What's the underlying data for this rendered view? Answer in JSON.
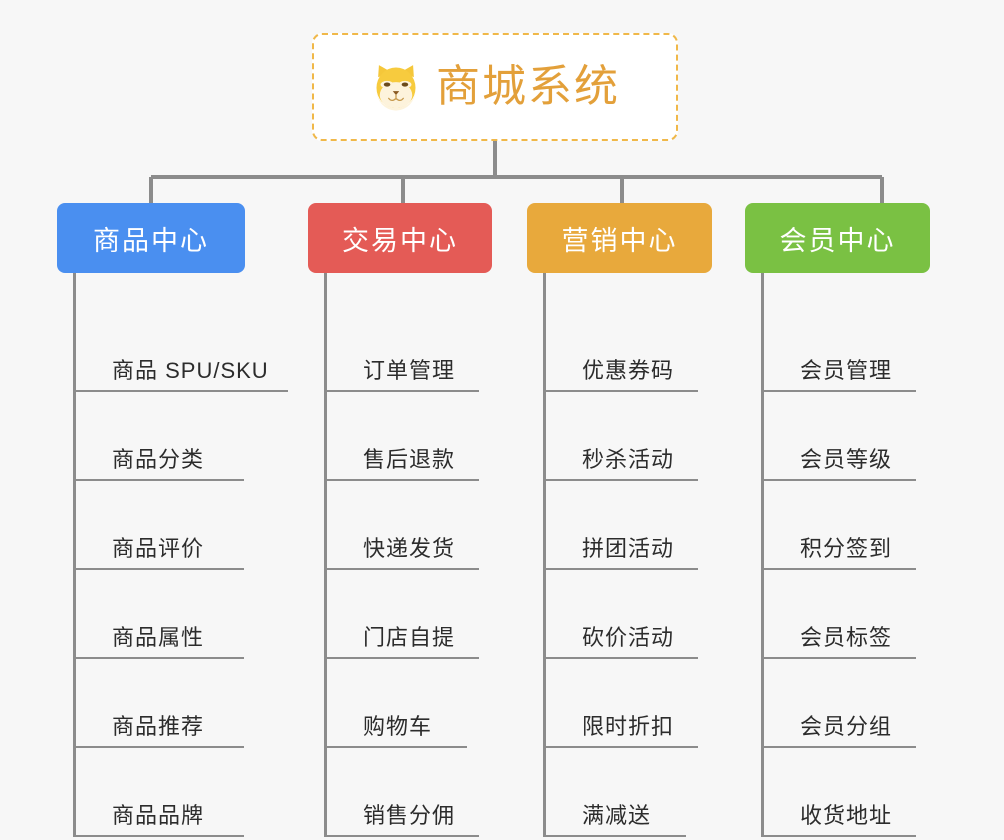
{
  "diagram": {
    "type": "mindmap-org-chart",
    "background_color": "#f7f7f7",
    "line_color": "#8c8c8c"
  },
  "root": {
    "title": "商城系统",
    "icon": "shiba-dog-face-icon",
    "title_color": "#e3a03a",
    "border_color": "#f0b849",
    "background_color": "#ffffff"
  },
  "branches": [
    {
      "label": "商品中心",
      "color": "#4a8ff0",
      "items": [
        "商品 SPU/SKU",
        "商品分类",
        "商品评价",
        "商品属性",
        "商品推荐",
        "商品品牌"
      ]
    },
    {
      "label": "交易中心",
      "color": "#e45b56",
      "items": [
        "订单管理",
        "售后退款",
        "快递发货",
        "门店自提",
        "购物车",
        "销售分佣"
      ]
    },
    {
      "label": "营销中心",
      "color": "#e8a93c",
      "items": [
        "优惠券码",
        "秒杀活动",
        "拼团活动",
        "砍价活动",
        "限时折扣",
        "满减送"
      ]
    },
    {
      "label": "会员中心",
      "color": "#7ac143",
      "items": [
        "会员管理",
        "会员等级",
        "积分签到",
        "会员标签",
        "会员分组",
        "收货地址"
      ]
    }
  ]
}
